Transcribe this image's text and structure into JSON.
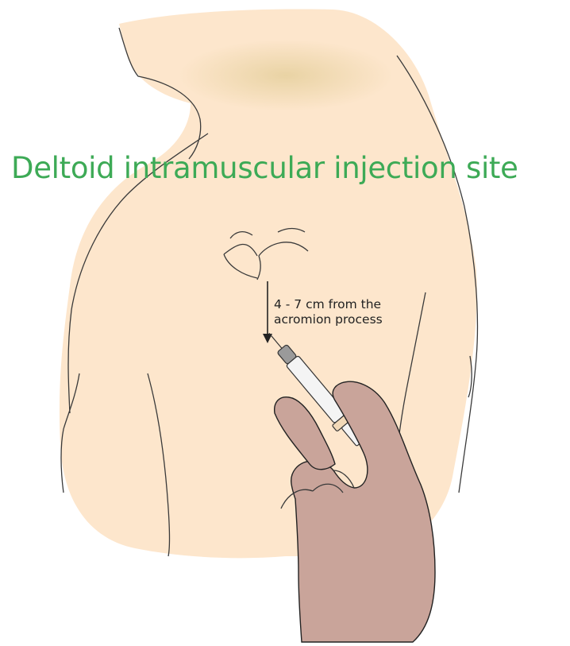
{
  "diagram": {
    "title": "Deltoid intramuscular injection site",
    "annotation": {
      "line1": "4 - 7 cm from the",
      "line2": "acromion process"
    },
    "colors": {
      "title": "#3daa56",
      "skin": "#fde6cc",
      "shadow": "#ecd6a8",
      "hand": "#c9a49a",
      "outline": "#3a3a3a",
      "syringe_barrel": "#f4f4f4",
      "syringe_cap": "#f2d9b8"
    }
  }
}
